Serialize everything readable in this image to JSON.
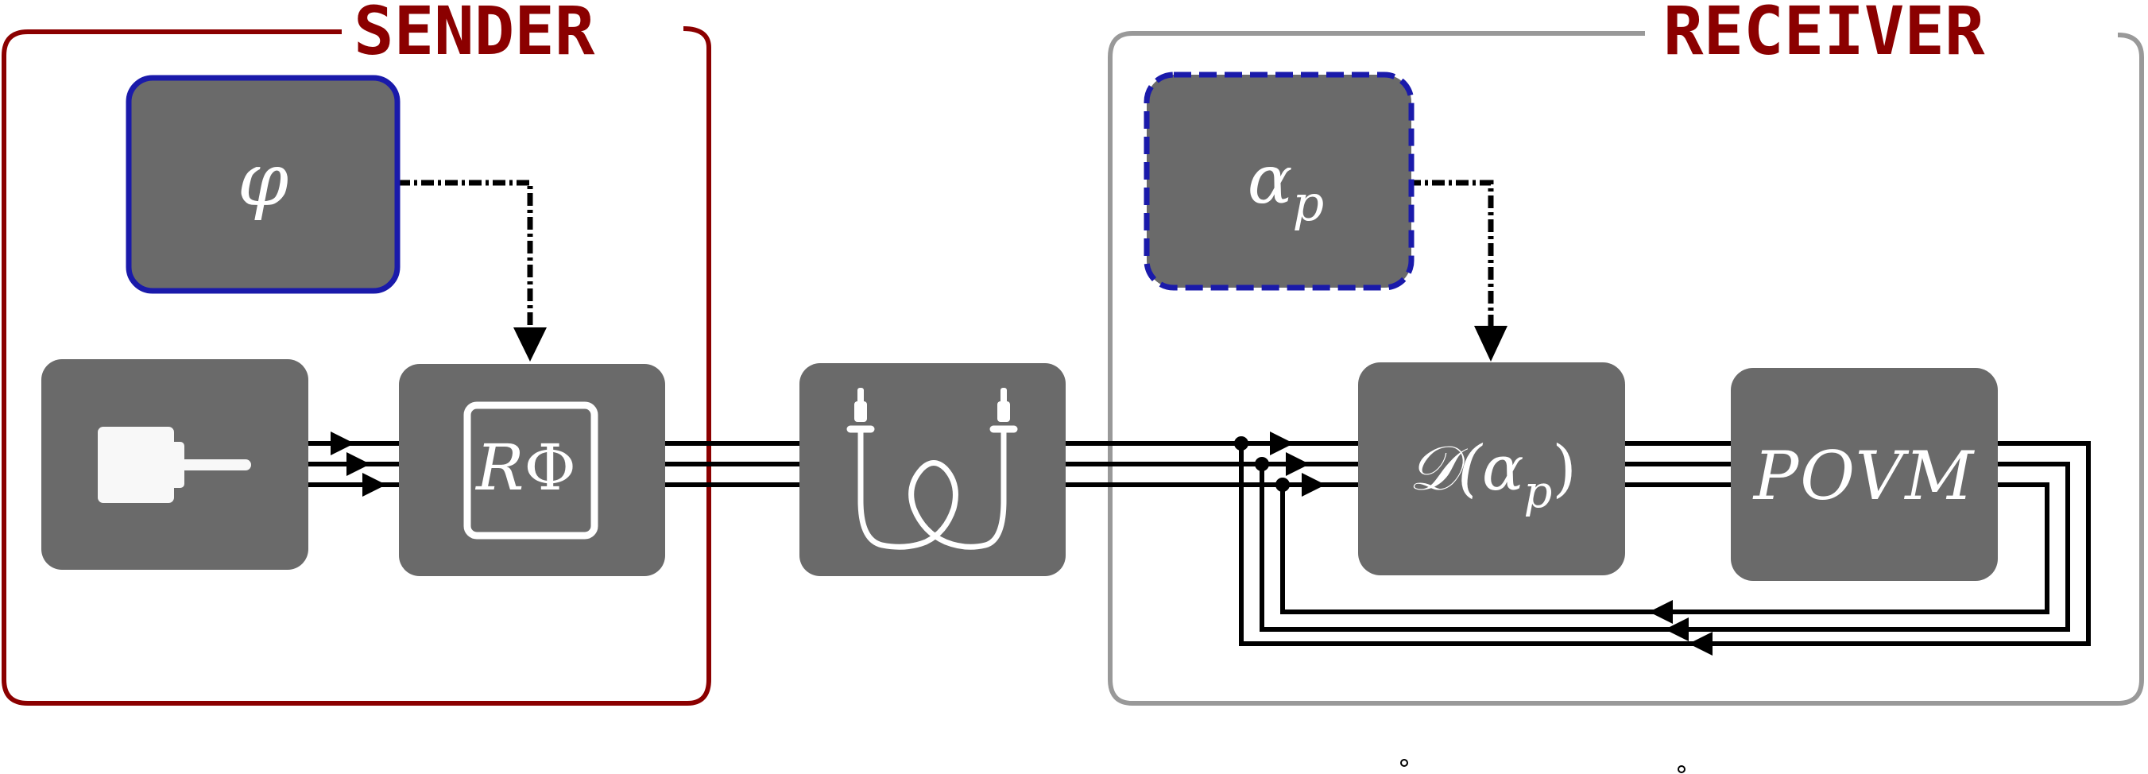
{
  "groups": {
    "sender": {
      "title": "SENDER",
      "color": "#8b0000"
    },
    "receiver": {
      "title": "RECEIVER",
      "frame_color": "#999999",
      "title_color": "#8b0000"
    }
  },
  "blocks": {
    "phase": {
      "symbol": "φ",
      "border_color": "#1a1aaa"
    },
    "phase_encoder": {
      "symbol_main": "R",
      "symbol_sub": "Φ"
    },
    "displacement_param": {
      "symbol_main": "α",
      "symbol_sub": "p",
      "border_color": "#1a1aaa"
    },
    "displacement": {
      "symbol_main": "𝒟(α",
      "symbol_sub": "p",
      "symbol_close": ")"
    },
    "povm": {
      "symbol": "POVM"
    },
    "laser": {
      "icon": "laser-source-icon"
    },
    "channel": {
      "icon": "fiber-channel-icon"
    }
  },
  "colors": {
    "block_fill": "#6a6a6a",
    "wire": "#000000"
  }
}
